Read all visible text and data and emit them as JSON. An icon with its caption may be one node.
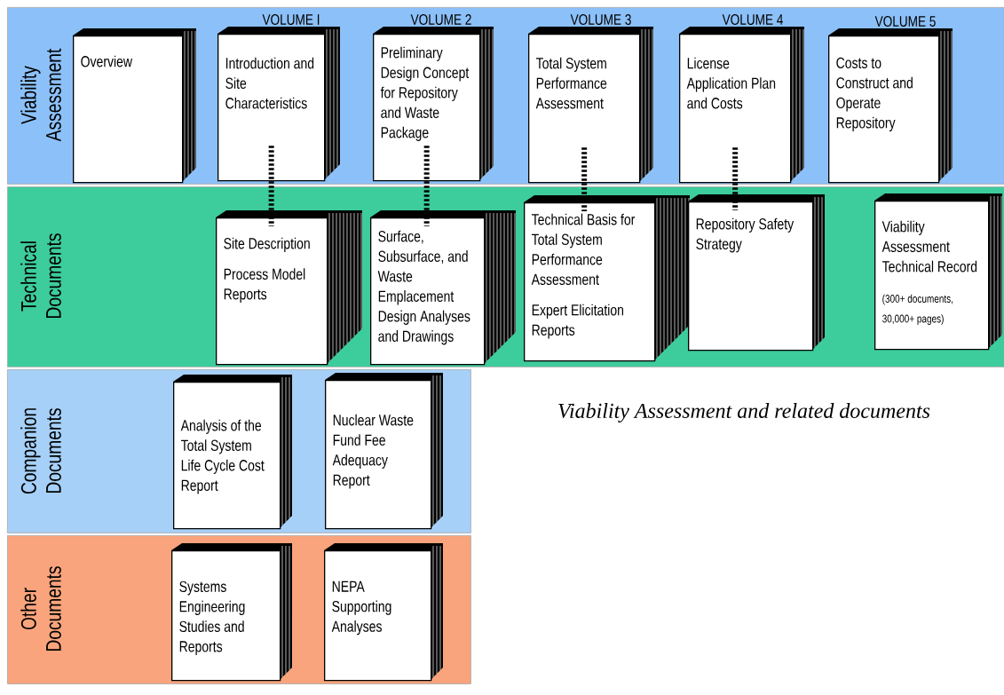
{
  "diagram": {
    "caption": "Viability Assessment and related documents",
    "nodes": [
      {
        "text": [
          "Viability Assessment"
        ]
      },
      {
        "text": [
          "Overview"
        ],
        "in": 0
      },
      {
        "text": [
          "Introduction and Site Characteristics"
        ],
        "beside": [
          "VOLUME I"
        ],
        "in": 0
      },
      {
        "text": [
          "Preliminary Design Concept for Repository and Waste Package"
        ],
        "beside": [
          "VOLUME 2"
        ],
        "in": 0
      },
      {
        "text": [
          "Total System Performance Assessment"
        ],
        "beside": [
          "VOLUME 3"
        ],
        "in": 0
      },
      {
        "text": [
          "License Application Plan and Costs"
        ],
        "beside": [
          "VOLUME 4"
        ],
        "in": 0
      },
      {
        "text": [
          "Costs to Construct and Operate Repository"
        ],
        "beside": [
          "VOLUME 5"
        ],
        "in": 0
      },
      {
        "text": [
          "Technical Documents"
        ]
      },
      {
        "text": [
          "Site Description",
          "Process Model Reports"
        ],
        "in": 7
      },
      {
        "text": [
          "Surface, Subsurface, and Waste Emplacement Design Analyses and Drawings"
        ],
        "in": 7
      },
      {
        "text": [
          "Technical Basis for Total System Performance Assessment",
          "Expert Elicitation Reports"
        ],
        "in": 7
      },
      {
        "text": [
          "Repository Safety Strategy"
        ],
        "in": 7
      },
      {
        "text": [
          "Viability Assessment Technical Record",
          "(300+ documents, 30,000+ pages)"
        ],
        "in": 7
      },
      {
        "text": [
          "Companion Documents"
        ]
      },
      {
        "text": [
          "Analysis of the Total System Life Cycle Cost Report"
        ],
        "in": 13
      },
      {
        "text": [
          "Nuclear Waste Fund Fee Adequacy Report"
        ],
        "in": 13
      },
      {
        "text": [
          "Other Documents"
        ]
      },
      {
        "text": [
          "Systems Engineering Studies and Reports"
        ],
        "in": 16
      },
      {
        "text": [
          "NEPA Supporting Analyses"
        ],
        "in": 16
      }
    ],
    "edges": [
      {
        "from": 2,
        "to": 8,
        "arrow": "none",
        "style": "dashed"
      },
      {
        "from": 3,
        "to": 9,
        "arrow": "none",
        "style": "dashed"
      },
      {
        "from": 4,
        "to": 10,
        "arrow": "none",
        "style": "dashed"
      },
      {
        "from": 5,
        "to": 11,
        "arrow": "none",
        "style": "dashed"
      }
    ]
  }
}
